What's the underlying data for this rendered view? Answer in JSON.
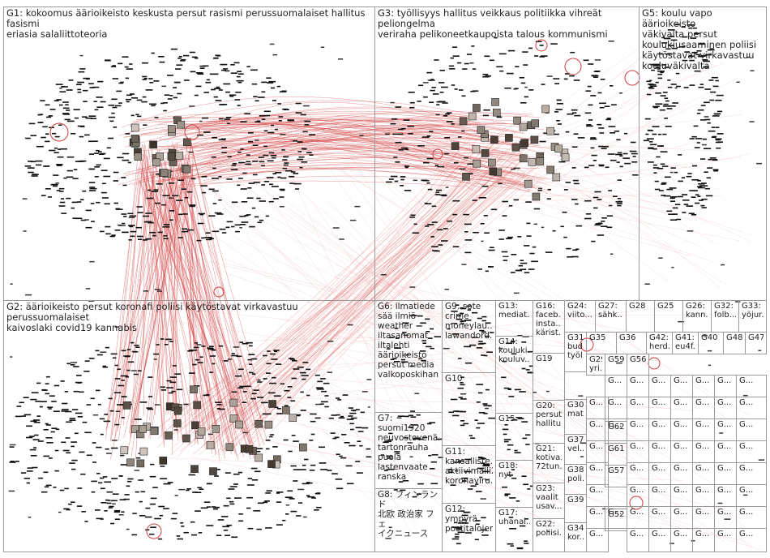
{
  "colors": {
    "edge": "#d23c3c",
    "edge_faint": "#e8a0a0",
    "node": "#111111",
    "border": "#9a9a9a"
  },
  "groups": {
    "g1": "G1: kokoomus äärioikeisto keskusta persut rasismi perussuomalaiset hallitus fasismi\neriasia salaliittoteoria",
    "g3": "G3: työllisyys hallitus veikkaus politiikka vihreät peliongelma\nveriraha pelikoneetkaupoista talous kommunismi",
    "g5": "G5: koulu vapo äärioikeisto\nväkivalta persut\nkoulukiusaaminen poliisi\nkäytöstavat virkavastuu\nkouluväkivalta",
    "g2": "G2: äärioikeisto persut koronafi poliisi käytöstavat virkavastuu perussuomalaiset\nkaivoslaki covid19 kannabis",
    "g6": "G6: ilmatiede\nsää ilmiö\nweather\niltasanomat\niltalehti\näärioikeisto\npersut media\nvalkoposkihan...",
    "g7": "G7: suomi1920\nneuvostovenä...\ntartonrauha\npuola\nlastenvaate\nranska",
    "g8": "G8: フィンランド\n北欧 政治家 フェ\nイクニュース",
    "g9": "G9: sote\ncrime\nmoneylau...\nlawandord...",
    "g10": "G10",
    "g11": "G11:\nkansalliste...\naktiivimalli2\nkoronaviru...",
    "g12": "G12:\nympyrä\npostitalojen",
    "g13": "G13:\nmediat...",
    "g14": "G14:\nkouluki...\nkouluv...",
    "g15": "G15",
    "g16": "G16:\nfaceb...\ninsta...\nkärist...",
    "g17": "G17:\nuhanal...",
    "g18": "G18:\nnyt",
    "g19": "G19",
    "g20": "G20:\npersut\nhallitu...",
    "g21": "G21:\nkotiva...\n72tun...",
    "g22": "G22:\npoliisi...",
    "g23": "G23:\nvaalit\nusav...",
    "g24": "G24:\nviito...",
    "g27": "G27:\nsähk...",
    "g28": "G28",
    "g25": "G25",
    "g26": "G26:\nkann...",
    "g32": "G32:\nfolb...",
    "g33": "G33:\nyöjur...",
    "g31": "G31:\nbud...\ntyöl...",
    "g35": "G35",
    "g36": "G36",
    "g42": "G42:\nherd...",
    "g41": "G41:\neu4f...",
    "g40": "G40",
    "g48": "G48",
    "g47": "G47",
    "g29": "G29:\nyri...",
    "g59": "G59",
    "g56": "G56",
    "g30": "G30:\nmat...",
    "g37": "G37:\nvel...",
    "g38": "G38:\npoli...",
    "g39": "G39",
    "g34": "G34:\nkor...",
    "g62": "G62",
    "g61": "G61",
    "g57": "G57",
    "g52": "G52",
    "gx": "G..."
  }
}
